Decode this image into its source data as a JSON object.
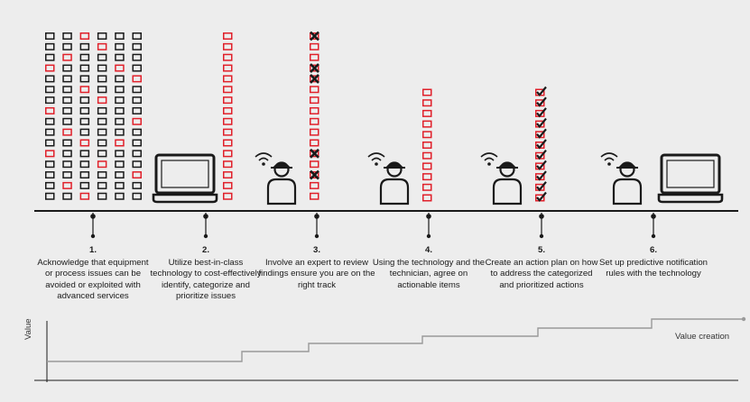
{
  "steps": [
    {
      "number": "1.",
      "text": "Acknowledge that equipment or process issues can be avoided or exploited with advanced services"
    },
    {
      "number": "2.",
      "text": "Utilize best-in-class technology to cost-effectively identify, categorize and prioritize issues"
    },
    {
      "number": "3.",
      "text": "Involve an expert to review findings ensure you are on the right track"
    },
    {
      "number": "4.",
      "text": "Using the technology and the technician, agree on actionable items"
    },
    {
      "number": "5.",
      "text": "Create an action plan on how to address the categorized and prioritized actions"
    },
    {
      "number": "6.",
      "text": "Set up predictive notification rules with the technology"
    }
  ],
  "chart": {
    "y_label": "Value",
    "series_label": "Value creation"
  },
  "colors": {
    "dark": "#1a1a1a",
    "accent_red": "#e0202a",
    "background": "#ededed",
    "value_line": "#9a9a9a"
  },
  "icons": [
    "laptop-icon",
    "technician-icon",
    "wifi-signal-icon",
    "checkbox-icon",
    "x-mark-icon",
    "check-mark-icon"
  ]
}
